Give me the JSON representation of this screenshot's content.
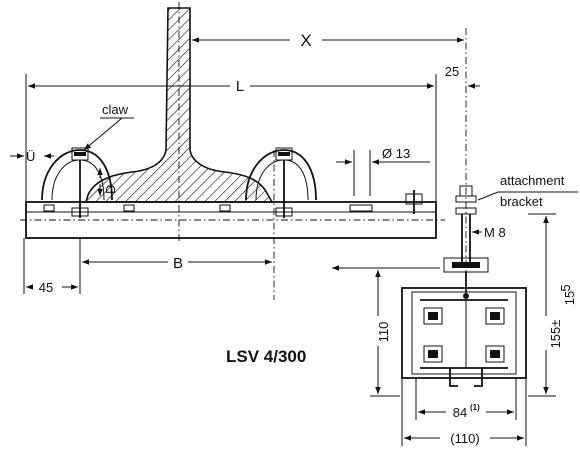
{
  "diagram": {
    "title": "LSV 4/300",
    "dimensions": {
      "x": "X",
      "l": "L",
      "b": "B",
      "d": "D",
      "u": "Ü",
      "d45": "45",
      "d25": "25",
      "diam13": "Ø 13",
      "m8": "M 8",
      "h110": "110",
      "h155": "155±",
      "tol_plus": "5",
      "tol_minus": "15",
      "w84": "84",
      "w84_note": "(1)",
      "w110": "(110)"
    },
    "labels": {
      "claw": "claw",
      "attachment": "attachment",
      "bracket": "bracket"
    }
  }
}
